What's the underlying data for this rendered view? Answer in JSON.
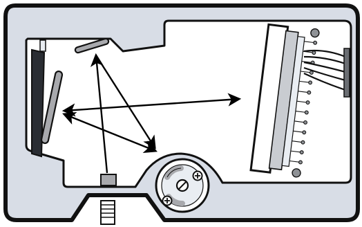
{
  "diagram": {
    "colors": {
      "outline": "#111111",
      "housing_fill": "#d8dde6",
      "inner_fill": "#ffffff",
      "mirror_fill": "#a8a9ad",
      "dark_panel": "#2a2d33",
      "detector_block": "#e9edf2",
      "pin_metal": "#8f9296",
      "arrow": "#000000"
    },
    "components": [
      {
        "id": "housing",
        "icon": "spectrometer-housing-icon"
      },
      {
        "id": "inner-cavity",
        "icon": "optical-cavity-icon"
      },
      {
        "id": "entrance-slit",
        "icon": "entrance-slit-icon"
      },
      {
        "id": "collimating-mirror",
        "icon": "concave-mirror-icon"
      },
      {
        "id": "focusing-mirror",
        "icon": "concave-mirror-icon"
      },
      {
        "id": "grating",
        "icon": "rotating-grating-icon"
      },
      {
        "id": "detector-array",
        "icon": "linear-detector-icon"
      },
      {
        "id": "connector",
        "icon": "fiber-connector-icon"
      }
    ]
  }
}
